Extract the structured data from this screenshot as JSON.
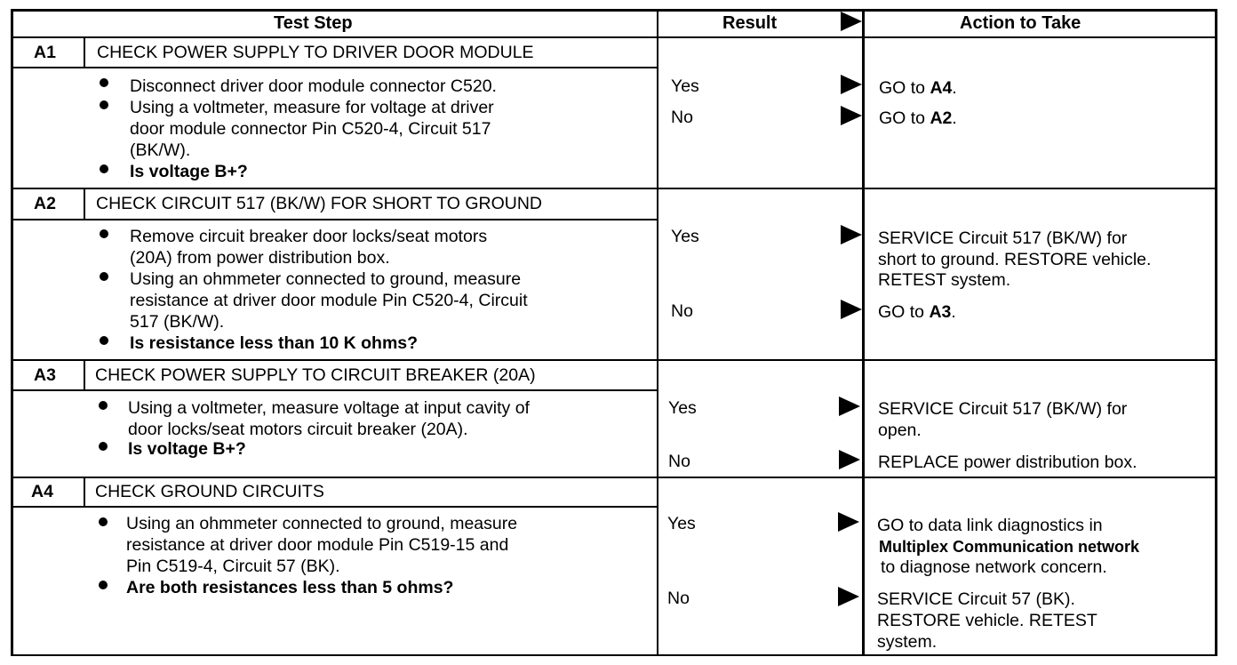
{
  "header": {
    "test_step": "Test Step",
    "result": "Result",
    "action": "Action to Take"
  },
  "steps": [
    {
      "id": "A1",
      "title": "CHECK POWER SUPPLY TO DRIVER DOOR MODULE",
      "bullets": [
        {
          "lines": [
            "Disconnect driver door module connector C520."
          ]
        },
        {
          "lines": [
            "Using a voltmeter, measure for voltage at driver",
            "door module connector Pin C520-4, Circuit 517",
            "(BK/W)."
          ]
        },
        {
          "lines": [
            "Is voltage B+?"
          ]
        }
      ],
      "results": [
        {
          "label": "Yes",
          "action": {
            "prefix": "GO to ",
            "bold": "A4",
            "suffix": "."
          }
        },
        {
          "label": "No",
          "action": {
            "prefix": "GO to ",
            "bold": "A2",
            "suffix": "."
          }
        }
      ]
    },
    {
      "id": "A2",
      "title": "CHECK CIRCUIT 517 (BK/W) FOR SHORT TO GROUND",
      "bullets": [
        {
          "lines": [
            "Remove circuit breaker door locks/seat motors",
            "(20A) from power distribution box."
          ]
        },
        {
          "lines": [
            "Using an ohmmeter connected to ground, measure",
            "resistance at driver door module Pin C520-4, Circuit",
            "517 (BK/W)."
          ]
        },
        {
          "lines": [
            "Is resistance less than 10 K ohms?"
          ]
        }
      ],
      "results": [
        {
          "label": "Yes",
          "action_lines": [
            "SERVICE Circuit 517 (BK/W) for",
            "short to ground. RESTORE vehicle.",
            "RETEST system."
          ]
        },
        {
          "label": "No",
          "action": {
            "prefix": "GO to ",
            "bold": "A3",
            "suffix": "."
          }
        }
      ]
    },
    {
      "id": "A3",
      "title": "CHECK POWER SUPPLY TO CIRCUIT BREAKER (20A)",
      "bullets": [
        {
          "lines": [
            "Using a voltmeter, measure voltage at input cavity of",
            "door locks/seat motors circuit breaker (20A)."
          ]
        },
        {
          "lines": [
            "Is voltage B+?"
          ]
        }
      ],
      "results": [
        {
          "label": "Yes",
          "action_lines": [
            "SERVICE Circuit 517 (BK/W) for",
            "open."
          ]
        },
        {
          "label": "No",
          "action_lines": [
            "REPLACE power distribution box."
          ]
        }
      ]
    },
    {
      "id": "A4",
      "title": "CHECK GROUND CIRCUITS",
      "bullets": [
        {
          "lines": [
            "Using an ohmmeter connected to ground, measure",
            "resistance at driver door module Pin C519-15 and",
            "Pin C519-4, Circuit 57 (BK)."
          ]
        },
        {
          "lines": [
            "Are both resistances less than 5 ohms?"
          ]
        }
      ],
      "results": [
        {
          "label": "Yes",
          "action_lines": [
            "GO to data link diagnostics in",
            "Multiplex Communication network",
            "to diagnose network concern."
          ]
        },
        {
          "label": "No",
          "action_lines": [
            "SERVICE Circuit 57 (BK).",
            "RESTORE vehicle. RETEST",
            "system."
          ]
        }
      ]
    }
  ]
}
